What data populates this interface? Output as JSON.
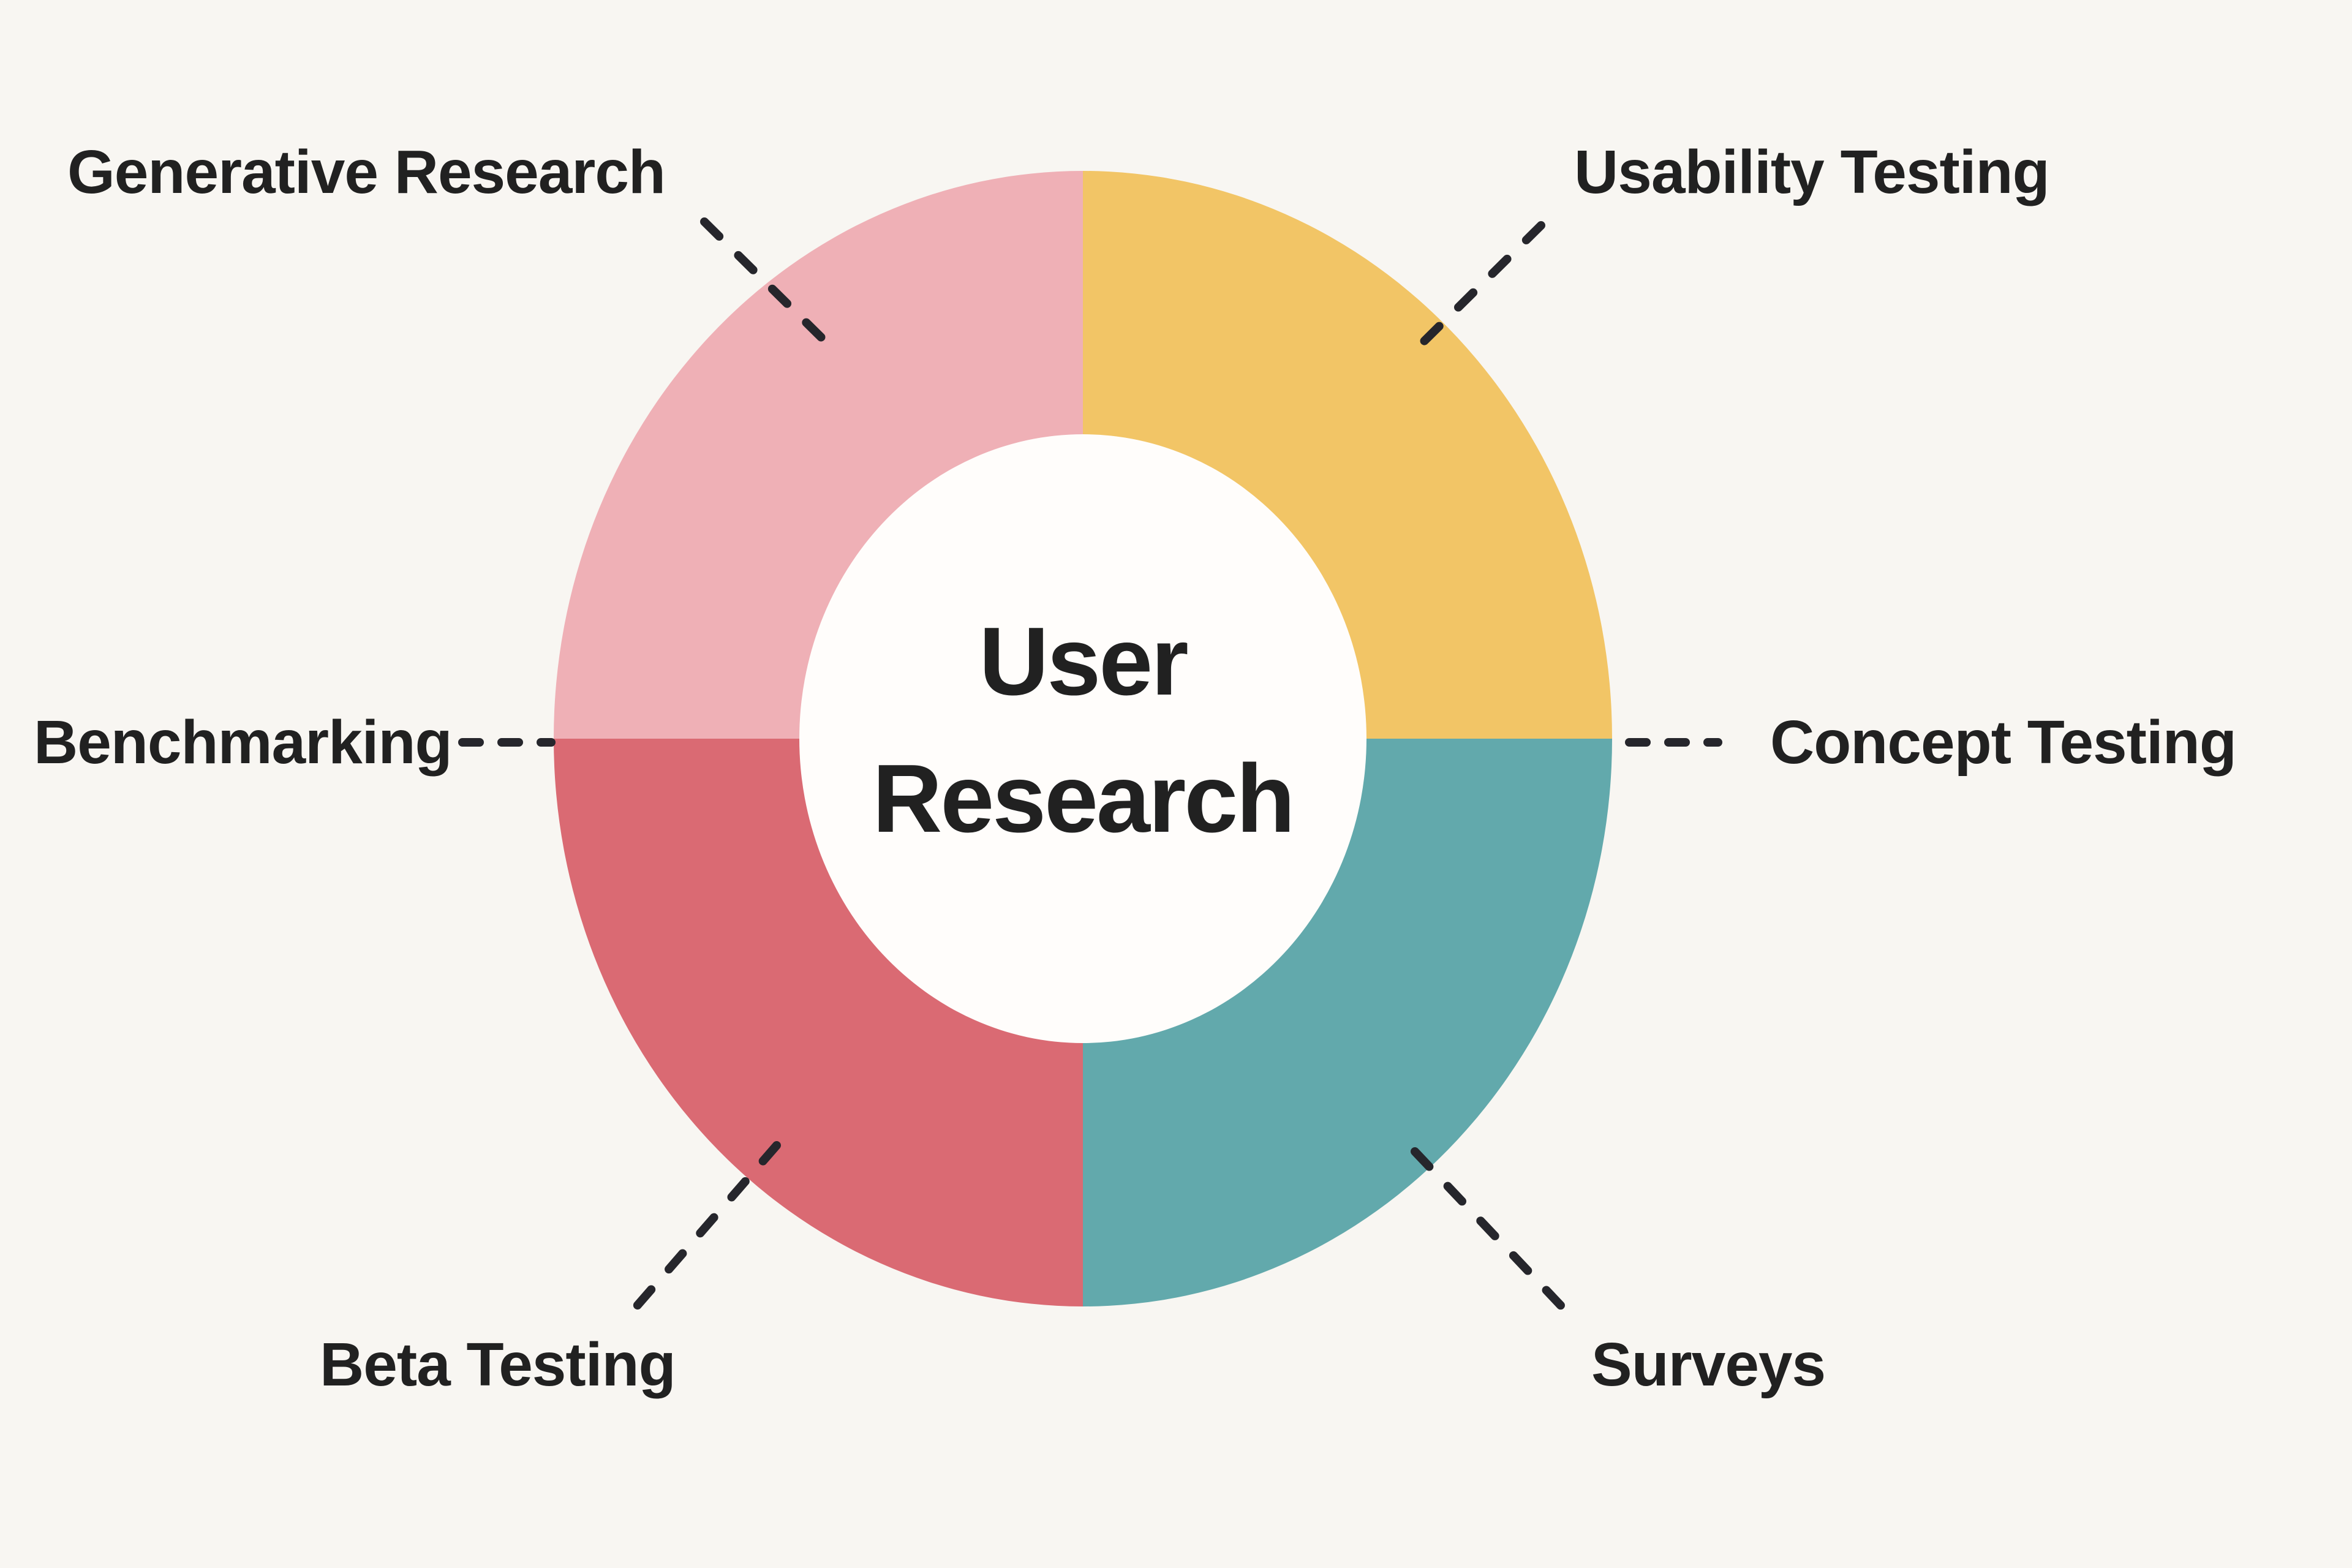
{
  "background_color": "#f8f6f2",
  "donut": {
    "center_title": {
      "line1": "User",
      "line2": "Research"
    },
    "hole_color": "#fffdfb",
    "title_text_color": "#212121",
    "segments": [
      {
        "position": "top-left",
        "color": "#efb0b6",
        "share": 0.25,
        "associated_label": "Generative Research"
      },
      {
        "position": "top-right",
        "color": "#f2c566",
        "share": 0.25,
        "associated_label": "Usability Testing"
      },
      {
        "position": "bottom-right",
        "color": "#62a9ac",
        "share": 0.25,
        "associated_label": "Surveys"
      },
      {
        "position": "bottom-left",
        "color": "#da6a73",
        "share": 0.25,
        "associated_label": "Beta Testing"
      }
    ]
  },
  "labels": [
    {
      "text": "Generative Research",
      "placement": "top-left",
      "points_to": "top-left segment"
    },
    {
      "text": "Usability Testing",
      "placement": "top-right",
      "points_to": "top-right segment"
    },
    {
      "text": "Benchmarking",
      "placement": "middle-left",
      "points_to": "boundary of top-left and bottom-left segments"
    },
    {
      "text": "Concept Testing",
      "placement": "middle-right",
      "points_to": "boundary of top-right and bottom-right segments"
    },
    {
      "text": "Beta Testing",
      "placement": "bottom-left",
      "points_to": "bottom-left segment"
    },
    {
      "text": "Surveys",
      "placement": "bottom-right",
      "points_to": "bottom-right segment"
    }
  ],
  "connector_color": "#26262c",
  "label_text_color": "#212121"
}
